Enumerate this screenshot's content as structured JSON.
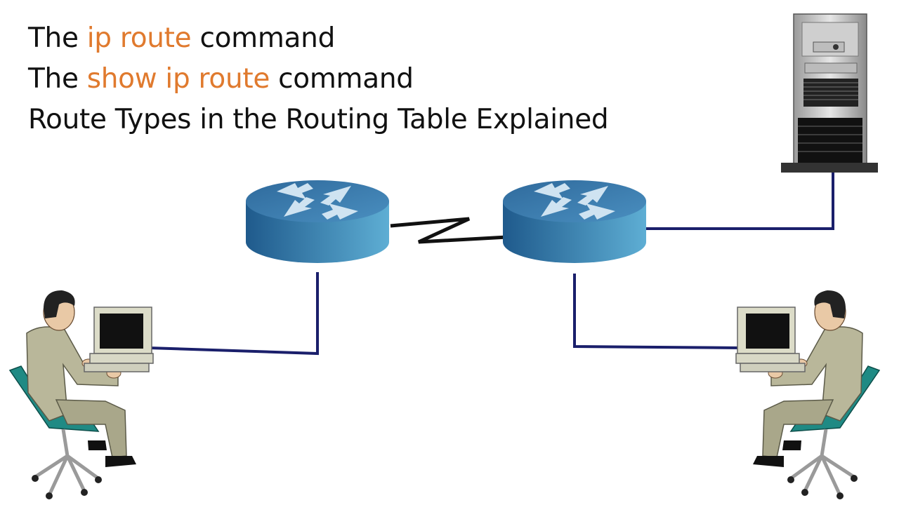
{
  "title_lines": [
    {
      "prefix": "The ",
      "highlight": "ip route",
      "suffix": " command"
    },
    {
      "prefix": "The ",
      "highlight": "show ip route",
      "suffix": " command"
    },
    {
      "prefix": "Route Types in the Routing Table Explained",
      "highlight": "",
      "suffix": ""
    }
  ],
  "colors": {
    "highlight": "#e07a2e",
    "text": "#111111",
    "link": "#1a1f6b",
    "serial_link": "#111111",
    "router_top": "#3b78a8",
    "router_side_dark": "#1f5a8c",
    "router_side_light": "#5eaed4",
    "router_arrow": "#cfe3f1",
    "chair": "#1f8a84",
    "suit": "#b9b79a"
  },
  "devices": {
    "router_left": "router",
    "router_right": "router",
    "server": "server-tower",
    "pc_left": "workstation-user",
    "pc_right": "workstation-user"
  }
}
